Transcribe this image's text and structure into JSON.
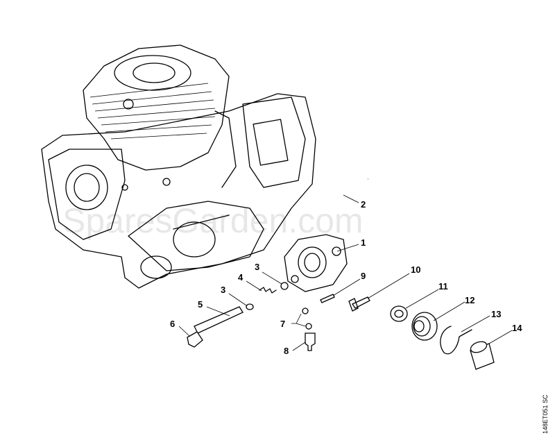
{
  "diagram": {
    "watermark": "SparesGarden.com",
    "drawing_code": "148ET051 SC",
    "callouts": [
      {
        "id": "1",
        "label": "1"
      },
      {
        "id": "2",
        "label": "2"
      },
      {
        "id": "3a",
        "label": "3"
      },
      {
        "id": "3b",
        "label": "3"
      },
      {
        "id": "4",
        "label": "4"
      },
      {
        "id": "5",
        "label": "5"
      },
      {
        "id": "6",
        "label": "6"
      },
      {
        "id": "7",
        "label": "7"
      },
      {
        "id": "8",
        "label": "8"
      },
      {
        "id": "9",
        "label": "9"
      },
      {
        "id": "10",
        "label": "10"
      },
      {
        "id": "11",
        "label": "11"
      },
      {
        "id": "12",
        "label": "12"
      },
      {
        "id": "13",
        "label": "13"
      },
      {
        "id": "14",
        "label": "14"
      }
    ]
  }
}
